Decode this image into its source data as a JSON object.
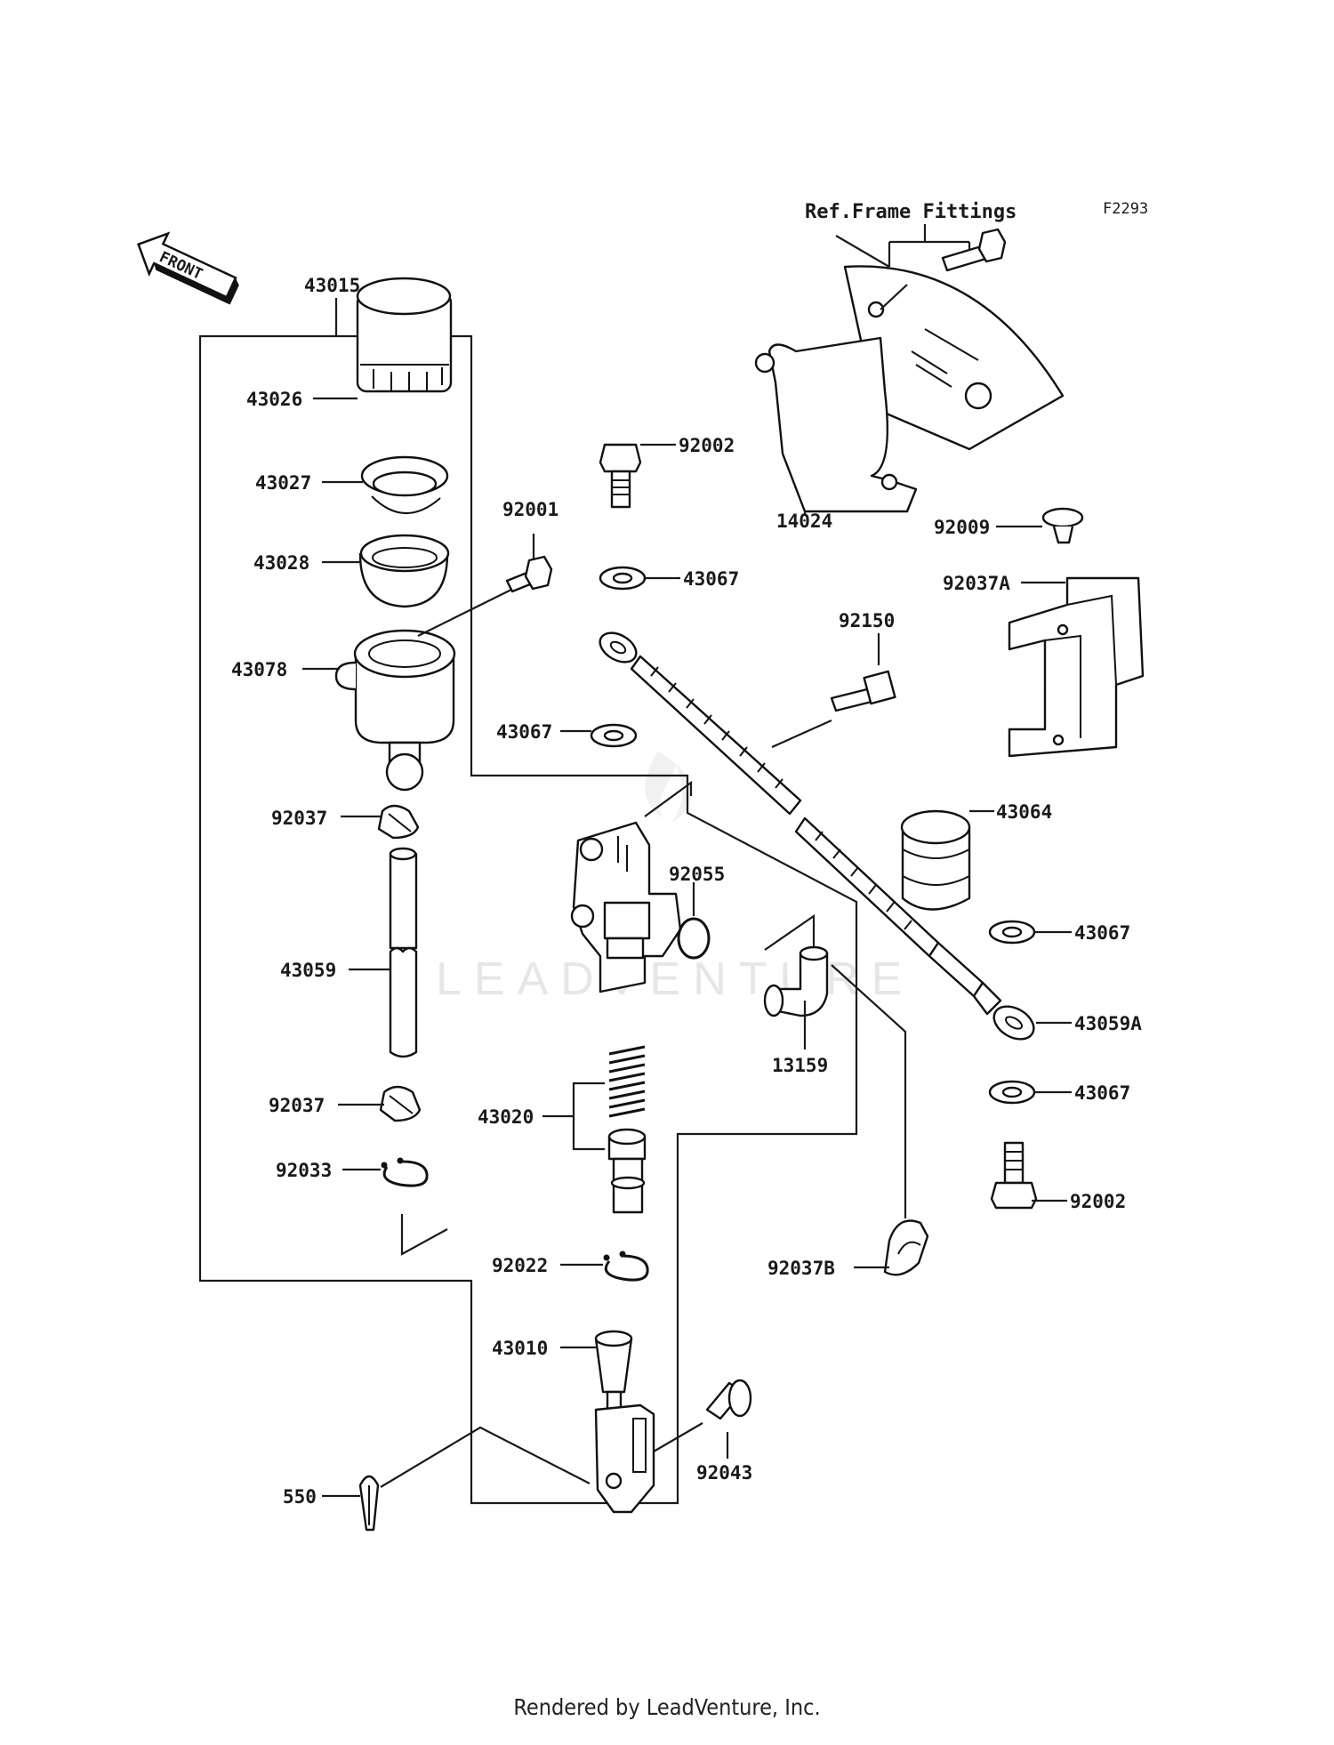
{
  "diagram": {
    "code": "F2293",
    "front_arrow_text": "FRONT",
    "watermark": "LEADVENTURE",
    "reference_label": "Ref.Frame Fittings",
    "part_labels": {
      "p43015": "43015",
      "p43026": "43026",
      "p43027": "43027",
      "p43028": "43028",
      "p43078": "43078",
      "p92037_top": "92037",
      "p43059": "43059",
      "p92037_bottom": "92037",
      "p92033": "92033",
      "p92001": "92001",
      "p92002_top": "92002",
      "p43067_a": "43067",
      "p43067_b": "43067",
      "p92150": "92150",
      "p92055": "92055",
      "p43020": "43020",
      "p92022": "92022",
      "p43010": "43010",
      "p550": "550",
      "p92043": "92043",
      "p13159": "13159",
      "p92037B": "92037B",
      "p14024": "14024",
      "p92009": "92009",
      "p92037A": "92037A",
      "p43064": "43064",
      "p43067_c": "43067",
      "p43059A": "43059A",
      "p43067_d": "43067",
      "p92002_bottom": "92002"
    }
  },
  "footer": {
    "text": "Rendered by LeadVenture, Inc."
  }
}
